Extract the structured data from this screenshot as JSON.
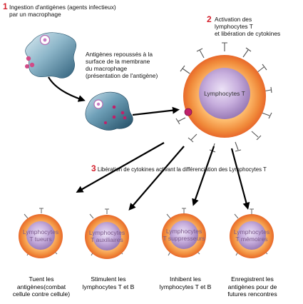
{
  "step1": {
    "number": "1",
    "lines": [
      "Ingestion d'antigènes (agents infectieux)",
      "par un macrophage"
    ]
  },
  "step2": {
    "number": "2",
    "lines": [
      "Activation des",
      "lymphocytes T",
      "et libération de cytokines"
    ]
  },
  "step3": {
    "number": "3",
    "text": "Libération de cytokines activant la différenciation des Lymphocytes T"
  },
  "presentation": {
    "lines": [
      "Antigènes repoussés à la",
      "surface de la membrane",
      "du macrophage",
      "(présentation de l'antigène)"
    ]
  },
  "main_cell": {
    "label": "Lymphocytes T"
  },
  "cells": [
    {
      "label_lines": [
        "Lymphocytes",
        "T tueurs"
      ],
      "caption_lines": [
        "Tuent les",
        "antigènes(combat",
        "cellule contre cellule)"
      ]
    },
    {
      "label_lines": [
        "Lymphocytes",
        "T auxiliaires"
      ],
      "caption_lines": [
        "Stimulent les",
        "lymphocytes T et B"
      ]
    },
    {
      "label_lines": [
        "Lymphocytes",
        "T suppresseurs"
      ],
      "caption_lines": [
        "Inhibent les",
        "lymphocytes T et B"
      ]
    },
    {
      "label_lines": [
        "Lymphocytes",
        "T mémoires"
      ],
      "caption_lines": [
        "Enregistrent les",
        "antigènes pour de",
        "futures rencontres"
      ]
    }
  ],
  "colors": {
    "step_number": "#d4202c",
    "cell_orange": "#f28a3a",
    "nucleus_purple": "#b797cf",
    "macrophage_blue": "#4a7f9c",
    "antigen_magenta": "#c0206a"
  }
}
